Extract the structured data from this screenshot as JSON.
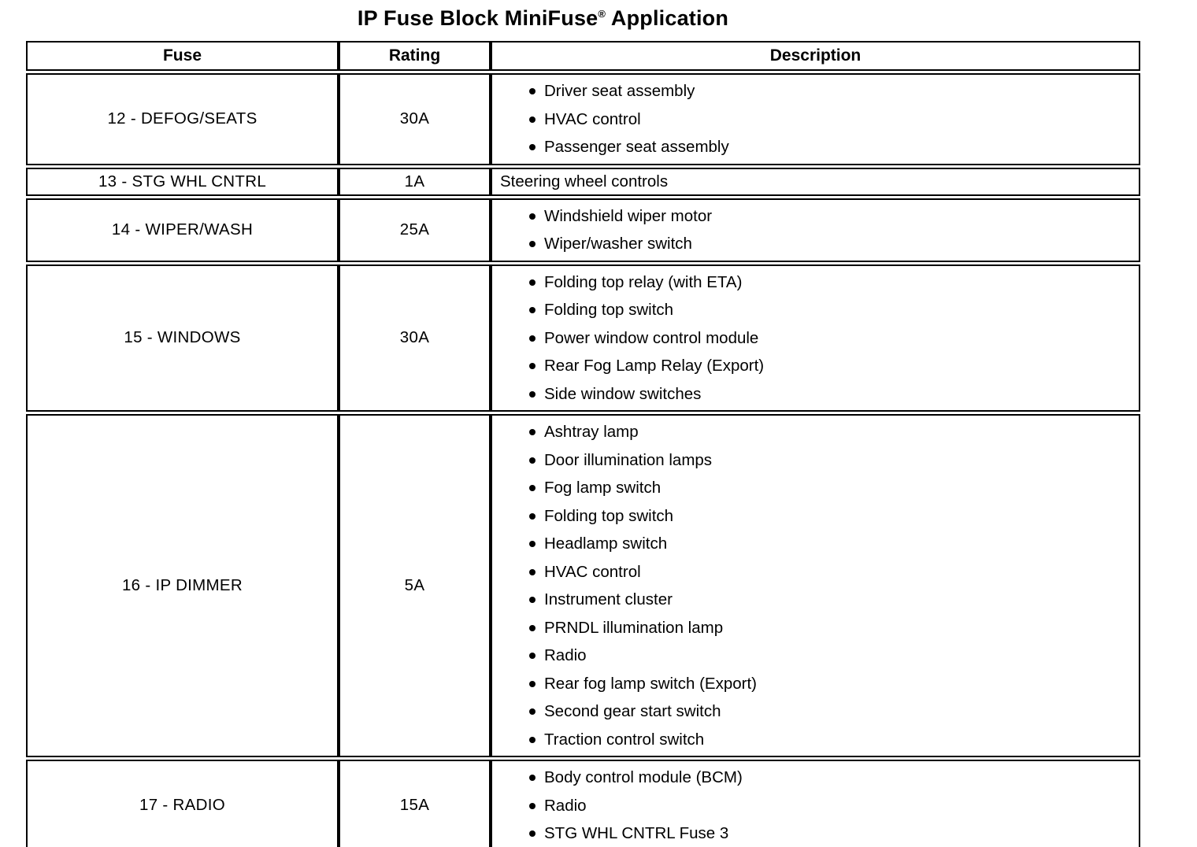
{
  "title": {
    "main": "IP Fuse Block MiniFuse",
    "trademark": "®",
    "tail": " Application"
  },
  "table": {
    "headers": [
      "Fuse",
      "Rating",
      "Description"
    ],
    "rows": [
      {
        "fuse": "12 - DEFOG/SEATS",
        "rating": "30A",
        "bulleted": true,
        "items": [
          "Driver seat assembly",
          "HVAC control",
          "Passenger seat assembly"
        ]
      },
      {
        "fuse": "13 - STG WHL CNTRL",
        "rating": "1A",
        "bulleted": false,
        "items": [
          "Steering wheel controls"
        ]
      },
      {
        "fuse": "14 - WIPER/WASH",
        "rating": "25A",
        "bulleted": true,
        "items": [
          "Windshield wiper motor",
          "Wiper/washer switch"
        ]
      },
      {
        "fuse": "15 - WINDOWS",
        "rating": "30A",
        "bulleted": true,
        "items": [
          "Folding top relay (with ETA)",
          "Folding top switch",
          "Power window control module",
          "Rear Fog Lamp Relay (Export)",
          "Side window switches"
        ]
      },
      {
        "fuse": "16 - IP DIMMER",
        "rating": "5A",
        "bulleted": true,
        "items": [
          "Ashtray lamp",
          "Door illumination lamps",
          "Fog lamp switch",
          "Folding top switch",
          "Headlamp switch",
          "HVAC control",
          "Instrument cluster",
          "PRNDL illumination lamp",
          "Radio",
          "Rear fog lamp switch (Export)",
          "Second gear start switch",
          "Traction control switch"
        ]
      },
      {
        "fuse": "17 - RADIO",
        "rating": "15A",
        "bulleted": true,
        "items": [
          "Body control module (BCM)",
          "Radio",
          "STG WHL CNTRL Fuse 3"
        ]
      }
    ]
  }
}
